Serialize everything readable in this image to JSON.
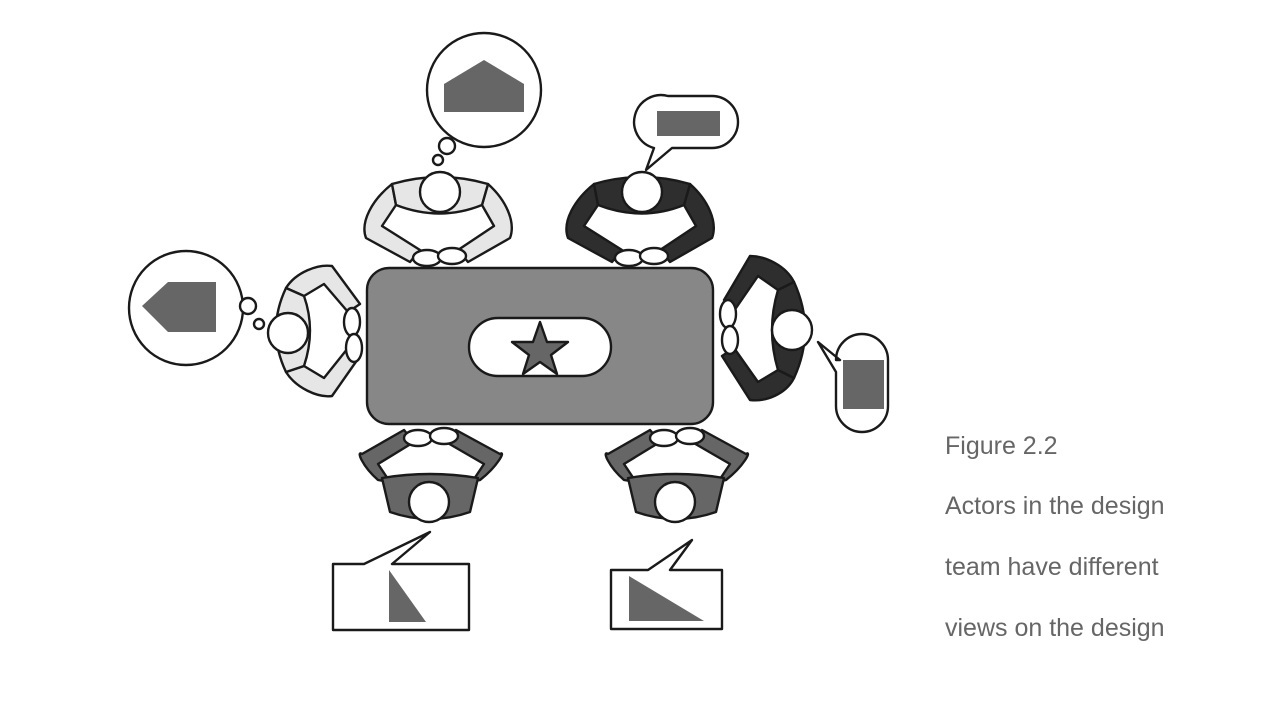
{
  "figure": {
    "label": "Figure 2.2",
    "caption_lines": [
      "Actors in the design",
      "team have different",
      "views on the design"
    ]
  },
  "colors": {
    "background": "#ffffff",
    "outline": "#1a1a1a",
    "table": "#878787",
    "view_shape": "#666666",
    "caption_text": "#666666",
    "actor_light": "#e6e6e6",
    "actor_medium": "#666666",
    "actor_dark": "#2e2e2e",
    "head": "#ffffff"
  },
  "table": {
    "center_icon": "star-icon"
  },
  "actors": [
    {
      "id": "top-left",
      "shade": "light",
      "bubble": "thought",
      "view_shape": "house-pentagon"
    },
    {
      "id": "top-right",
      "shade": "dark",
      "bubble": "speech",
      "view_shape": "wide-rectangle"
    },
    {
      "id": "left",
      "shade": "light",
      "bubble": "thought",
      "view_shape": "arrow-pentagon"
    },
    {
      "id": "right",
      "shade": "dark",
      "bubble": "speech",
      "view_shape": "tall-rectangle"
    },
    {
      "id": "bottom-left",
      "shade": "medium",
      "bubble": "speech",
      "view_shape": "tall-triangle"
    },
    {
      "id": "bottom-right",
      "shade": "medium",
      "bubble": "speech",
      "view_shape": "wide-triangle"
    }
  ]
}
